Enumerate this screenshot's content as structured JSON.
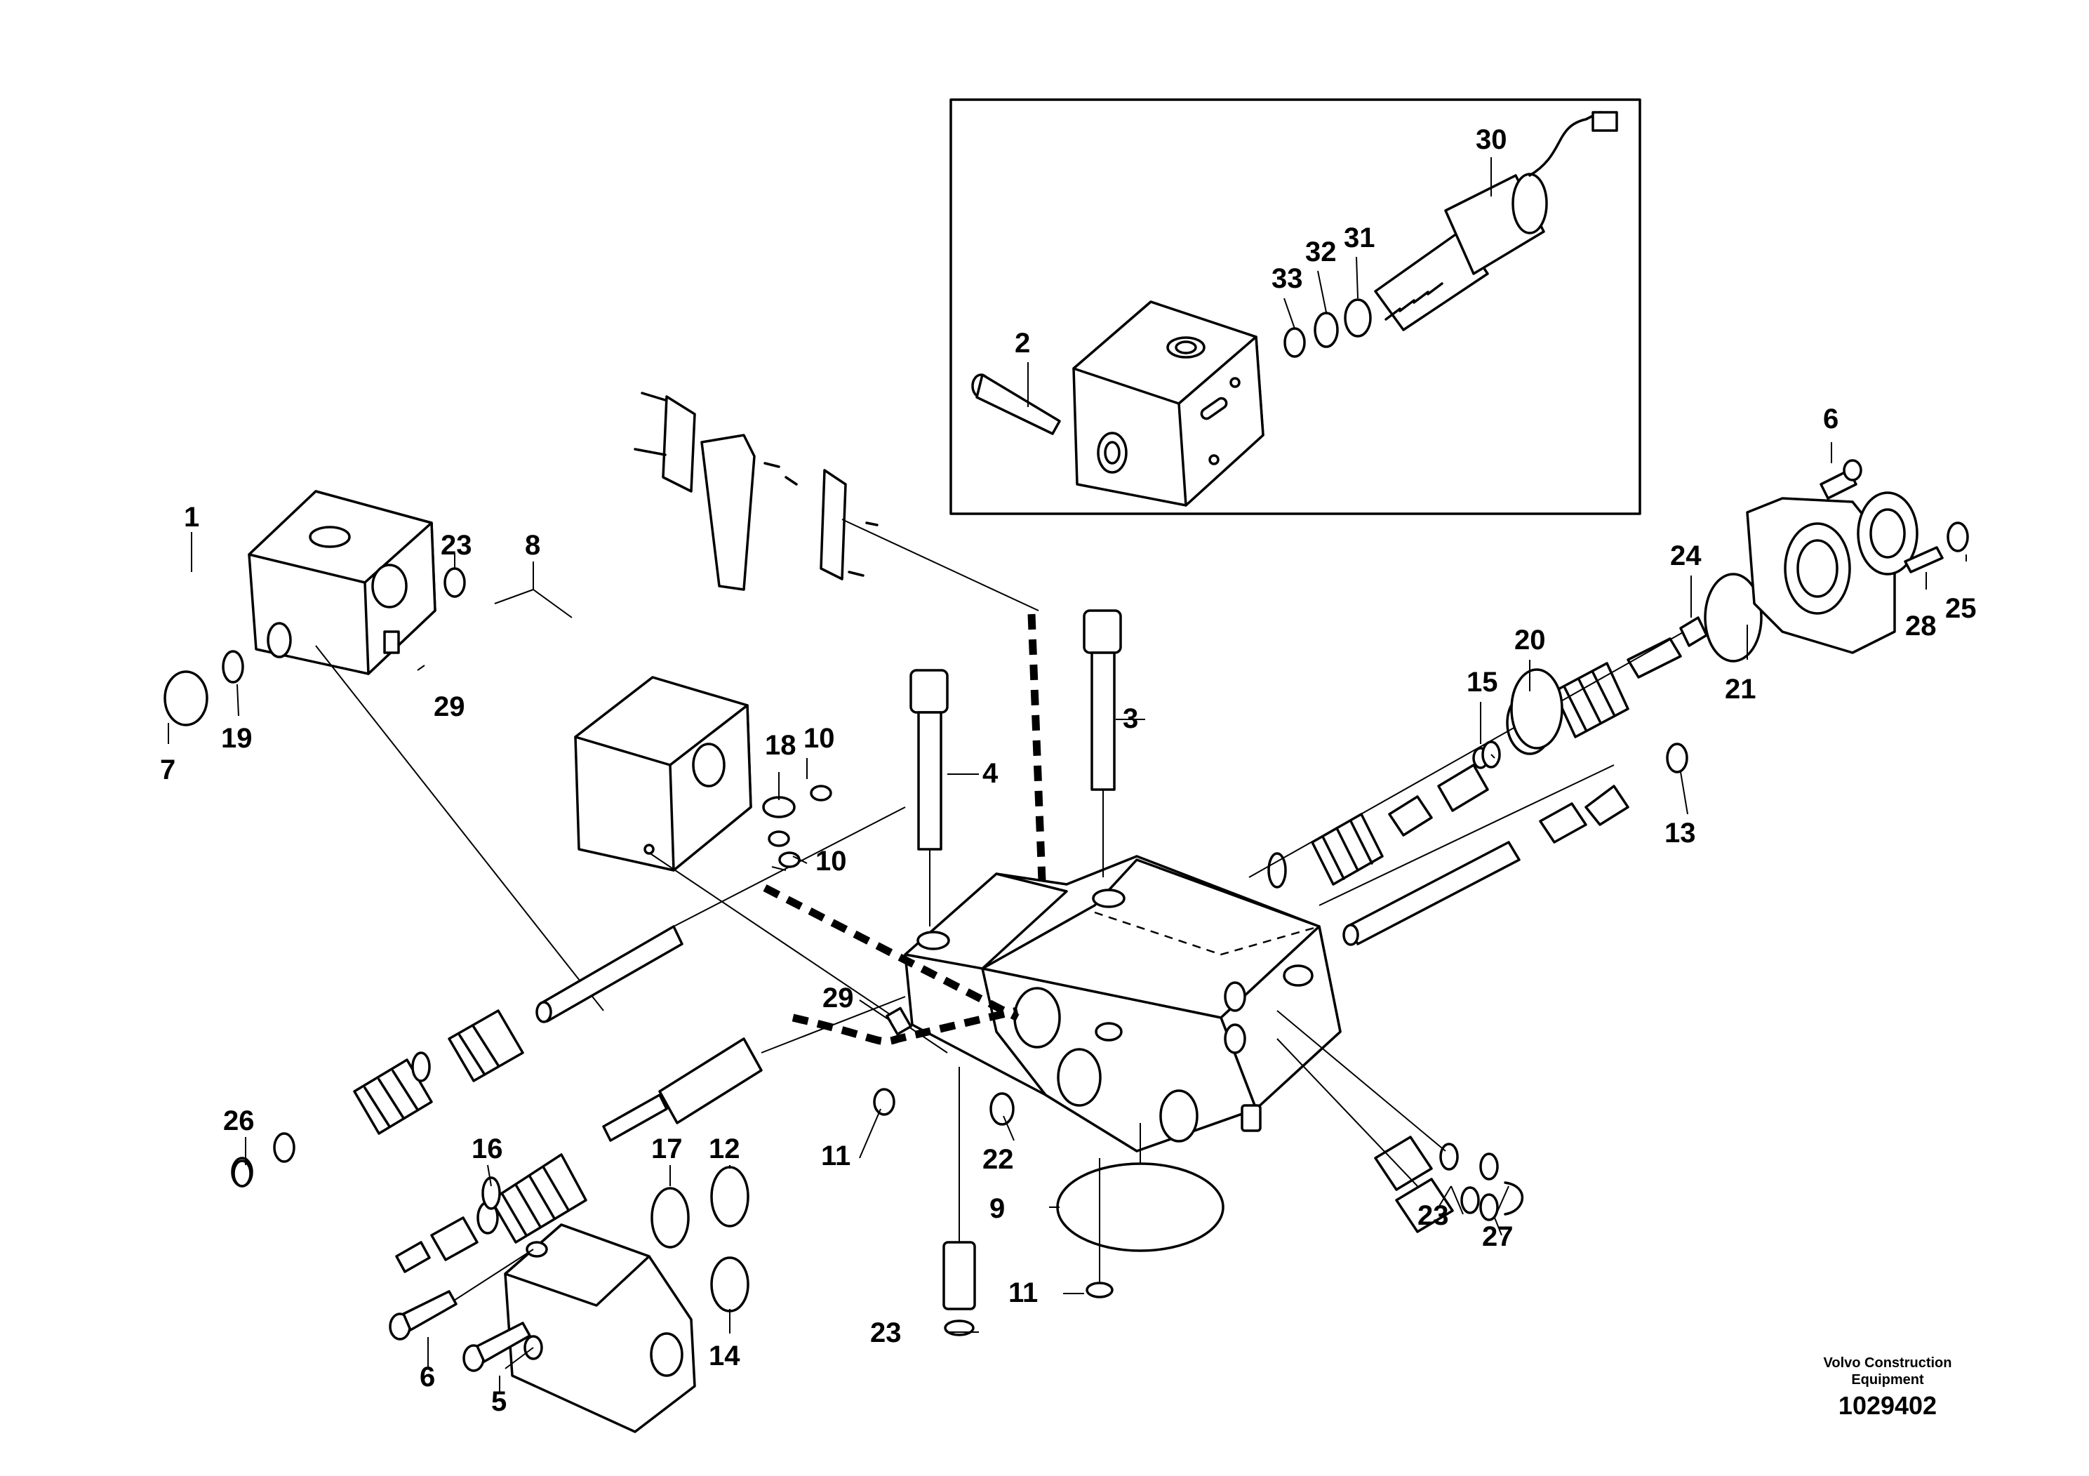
{
  "diagram": {
    "callouts": [
      "1",
      "2",
      "3",
      "4",
      "5",
      "6",
      "6",
      "7",
      "8",
      "9",
      "10",
      "10",
      "11",
      "11",
      "12",
      "13",
      "14",
      "15",
      "16",
      "17",
      "18",
      "19",
      "20",
      "21",
      "22",
      "23",
      "23",
      "23",
      "24",
      "25",
      "26",
      "27",
      "28",
      "29",
      "29",
      "30",
      "31",
      "32",
      "33"
    ],
    "credit": {
      "company_line1": "Volvo Construction",
      "company_line2": "Equipment",
      "drawing_number": "1029402"
    }
  }
}
